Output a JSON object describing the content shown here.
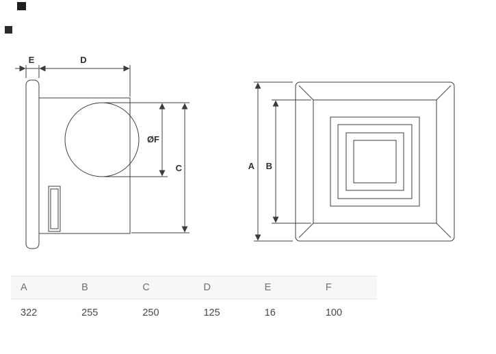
{
  "page": {
    "background": "#ffffff",
    "line_color": "#3c3c3c",
    "table_header_bg": "#f7f7f7",
    "table_border": "#e6e6e6"
  },
  "drawing": {
    "side_view": {
      "label_e": "E",
      "label_d": "D",
      "label_diameter": "ØF",
      "label_c": "C"
    },
    "front_view": {
      "label_a": "A",
      "label_b": "B"
    }
  },
  "table": {
    "headers": [
      "A",
      "B",
      "C",
      "D",
      "E",
      "F"
    ],
    "values": [
      "322",
      "255",
      "250",
      "125",
      "16",
      "100"
    ]
  }
}
